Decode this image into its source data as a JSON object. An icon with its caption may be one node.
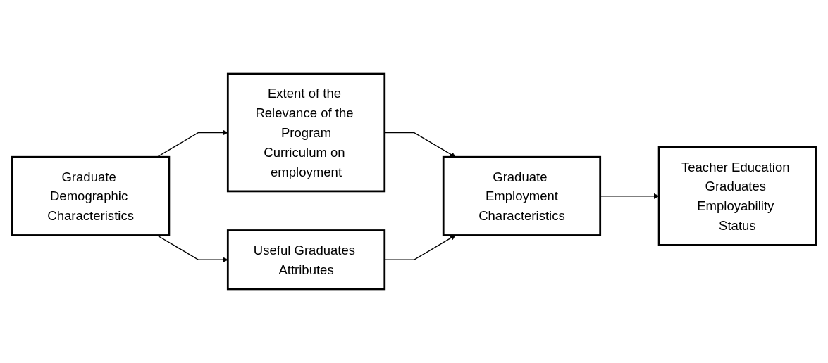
{
  "diagram": {
    "nodes": [
      {
        "text": [
          "Graduate Demographic Characteristics"
        ]
      },
      {
        "text": [
          "Extent of the Relevance of the Program",
          "Curriculum on employment"
        ]
      },
      {
        "text": [
          "Useful Graduates Attributes"
        ]
      },
      {
        "text": [
          "Graduate Employment",
          "Characteristics"
        ]
      },
      {
        "text": [
          "Teacher Education Graduates Employability Status"
        ]
      }
    ],
    "edges": [
      {
        "from": 0,
        "to": 1,
        "arrow": "to"
      },
      {
        "from": 0,
        "to": 2,
        "arrow": "to"
      },
      {
        "from": 1,
        "to": 3,
        "arrow": "to"
      },
      {
        "from": 2,
        "to": 3,
        "arrow": "to"
      },
      {
        "from": 3,
        "to": 4,
        "arrow": "to"
      }
    ]
  }
}
